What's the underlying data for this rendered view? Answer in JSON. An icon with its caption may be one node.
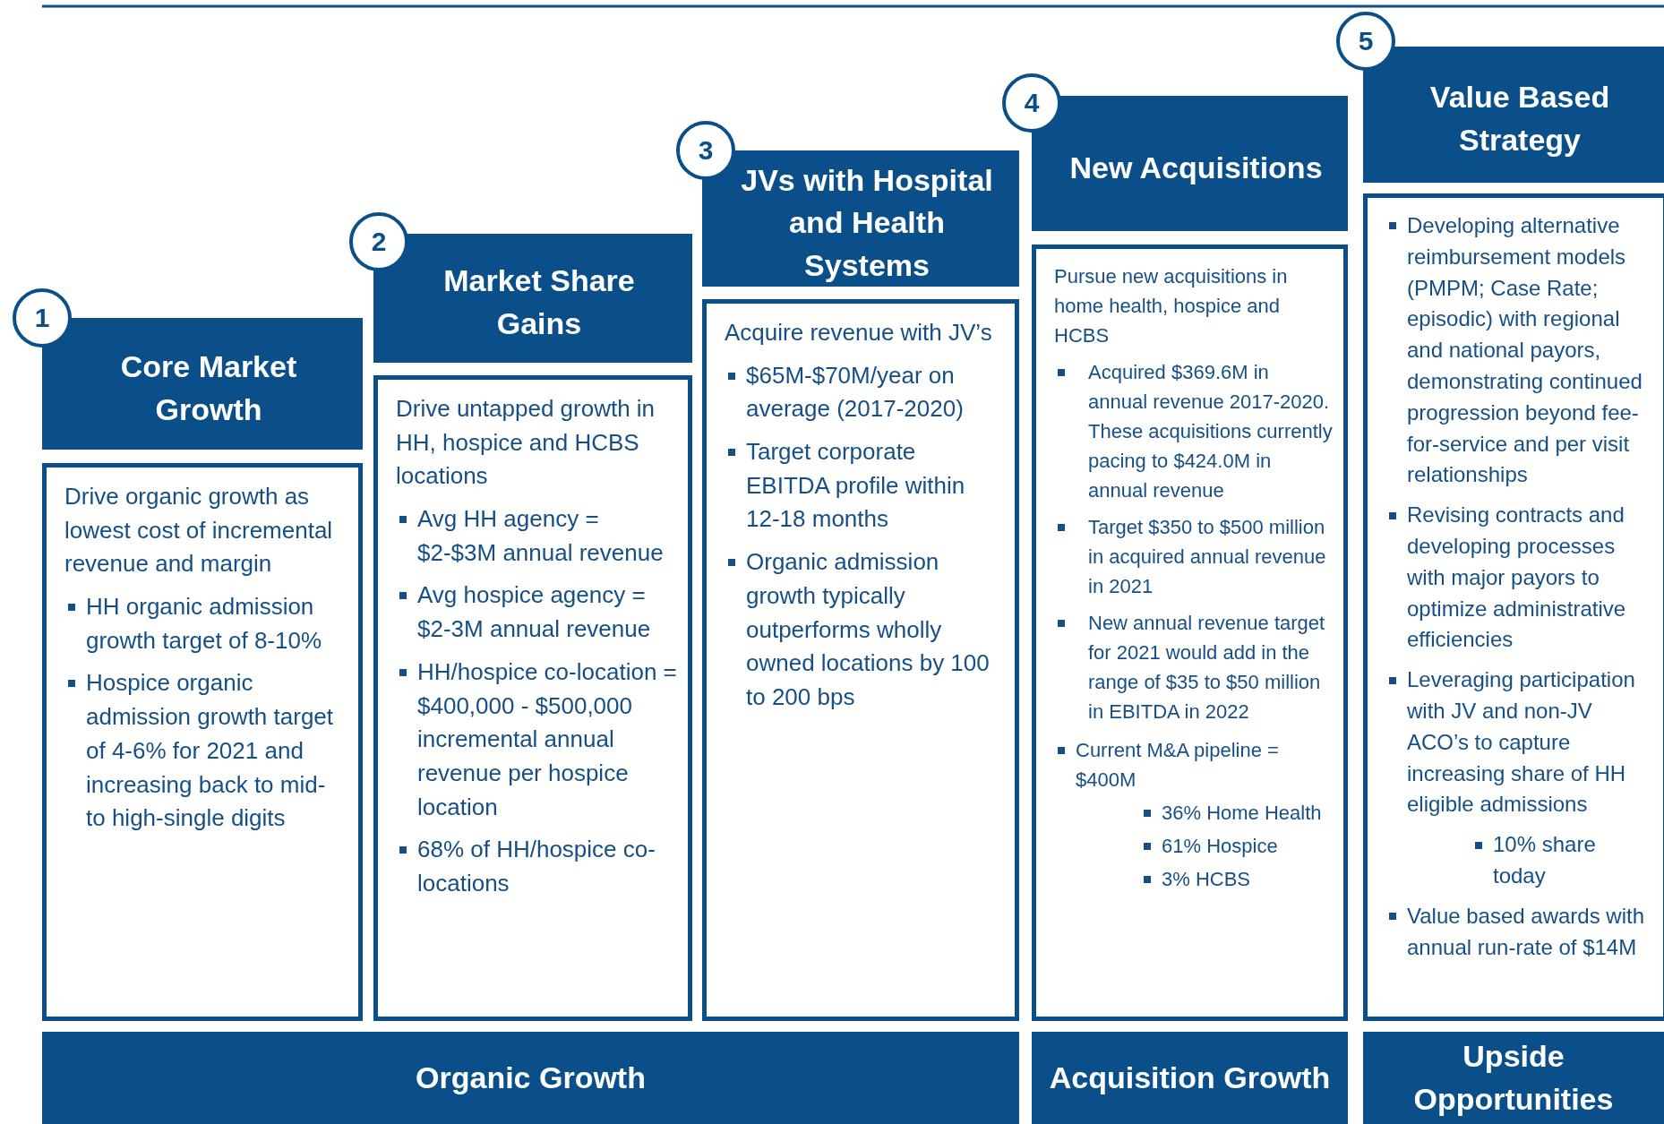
{
  "diagram": {
    "nodes": [
      {
        "text": [
          "1"
        ]
      },
      {
        "text": [
          "Core Market Growth"
        ]
      },
      {
        "text": [
          "Drive organic growth as lowest cost of incremental revenue and margin",
          "HH organic admission growth target of 8-10%",
          "Hospice organic admission growth target of 4-6% for 2021 and increasing back to mid- to high-single digits"
        ]
      },
      {
        "text": [
          "2"
        ]
      },
      {
        "text": [
          "Market Share Gains"
        ]
      },
      {
        "text": [
          "Drive untapped growth in HH, hospice and HCBS locations",
          "Avg HH agency = $2-$3M annual revenue",
          "Avg hospice agency = $2-3M annual revenue",
          "HH/hospice co-location = $400,000 - $500,000 incremental annual revenue per hospice location",
          "68% of HH/hospice co-locations"
        ]
      },
      {
        "text": [
          "3"
        ]
      },
      {
        "text": [
          "JVs with Hospital and Health Systems"
        ]
      },
      {
        "text": [
          "Acquire revenue with JV’s",
          "$65M-$70M/year on average (2017-2020)",
          "Target corporate EBITDA profile within 12-18 months",
          "Organic admission growth typically outperforms wholly owned locations by 100 to 200 bps"
        ]
      },
      {
        "text": [
          "4"
        ]
      },
      {
        "text": [
          "New Acquisitions"
        ]
      },
      {
        "text": [
          "Pursue new acquisitions in home health, hospice and HCBS",
          "Acquired $369.6M in annual revenue 2017-2020. These acquisitions currently pacing to $424.0M in annual revenue",
          "Target $350 to $500 million in acquired annual revenue in 2021",
          "New annual revenue target for 2021 would add in the range of $35 to $50 million in EBITDA in 2022",
          "Current M&A pipeline = $400M",
          "36% Home Health",
          "61% Hospice",
          "3% HCBS"
        ]
      },
      {
        "text": [
          "5"
        ]
      },
      {
        "text": [
          "Value Based Strategy"
        ]
      },
      {
        "text": [
          "Developing alternative reimbursement models (PMPM; Case Rate; episodic) with regional and national payors, demonstrating continued progression beyond fee-for-service and per visit relationships",
          "Revising contracts and developing processes with major payors to optimize administrative efficiencies",
          "Leveraging participation with JV and non-JV ACO’s to capture increasing share of HH eligible admissions",
          "10% share today",
          "Value based awards with annual run-rate of $14M"
        ]
      },
      {
        "text": [
          "Organic Growth"
        ]
      },
      {
        "text": [
          "Acquisition Growth"
        ]
      },
      {
        "text": [
          "Upside Opportunities"
        ]
      }
    ],
    "edges": []
  }
}
